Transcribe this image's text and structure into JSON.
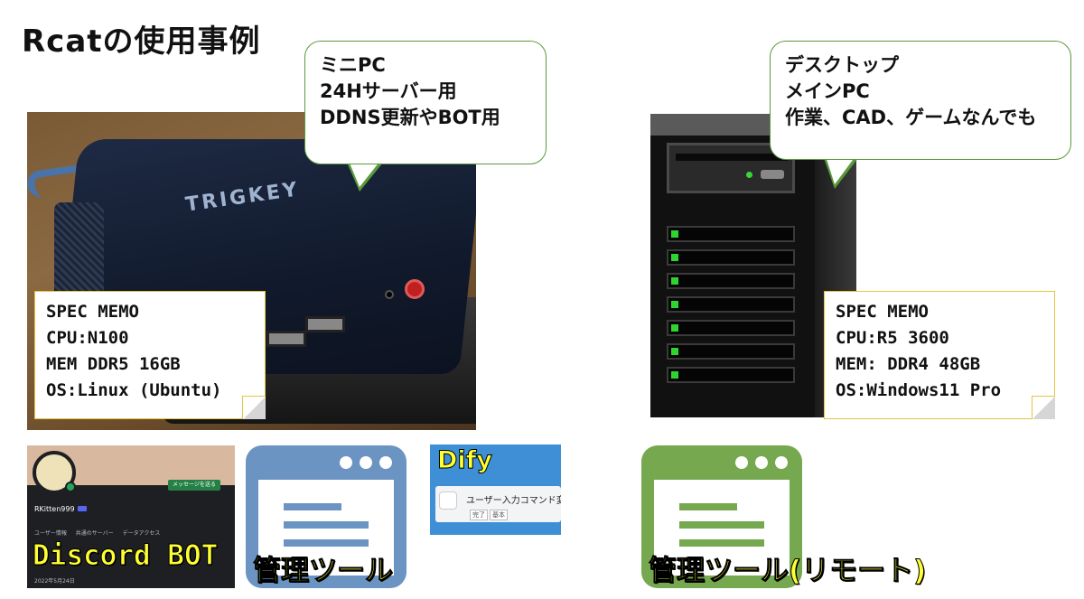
{
  "title": "Rcatの使用事例",
  "mini_pc": {
    "brand": "TRIGKEY",
    "bubble_lines": [
      "ミニPC",
      "24Hサーバー用",
      "DDNS更新やBOT用"
    ],
    "spec_lines": [
      "SPEC MEMO",
      "CPU:N100",
      "MEM DDR5 16GB",
      "OS:Linux (Ubuntu)"
    ]
  },
  "desktop": {
    "bubble_lines": [
      "デスクトップ",
      "メインPC",
      "作業、CAD、ゲームなんでも"
    ],
    "spec_lines": [
      "SPEC MEMO",
      "CPU:R5 3600",
      "MEM: DDR4 48GB",
      "OS:Windows11 Pro"
    ]
  },
  "discord": {
    "label": "Discord BOT",
    "button": "メッセージを送る",
    "username": "RKitten999",
    "tabs": "ユーザー情報 共通のサーバー データアクセス",
    "date": "2022年5月24日"
  },
  "tool_local": {
    "label": "管理ツール",
    "color": "#6b94c2"
  },
  "tool_remote": {
    "label": "管理ツール(リモート)",
    "color": "#75a84f"
  },
  "dify": {
    "title": "Dify",
    "card_text": "ユーザー入力コマンド変換",
    "tags": [
      "完了",
      "基本"
    ]
  },
  "colors": {
    "bubble_border": "#5a9a3a",
    "memo_border": "#e6c440",
    "label_yellow": "#ffff33"
  }
}
